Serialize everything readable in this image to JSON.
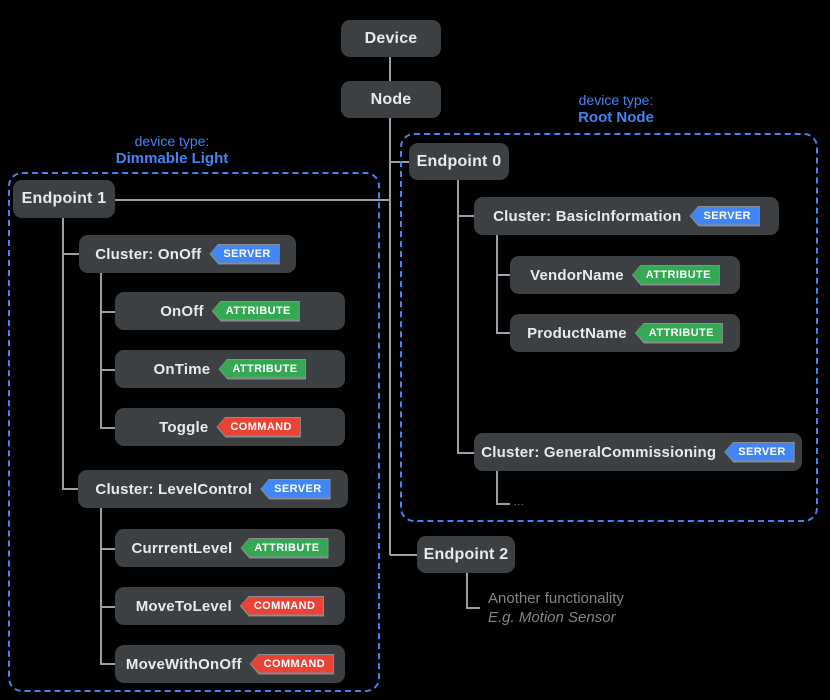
{
  "colors": {
    "background": "#000000",
    "box_fill": "#3c4043",
    "box_text": "#e8eaed",
    "connector": "#9aa0a6",
    "accent_blue": "#4285f4",
    "badge_server": "#4285f4",
    "badge_attribute": "#34a853",
    "badge_command": "#ea4335",
    "annotation_text": "#80868b"
  },
  "root": {
    "device": "Device",
    "node": "Node"
  },
  "left_group": {
    "type_prefix": "device type:",
    "type_name": "Dimmable Light",
    "endpoint": "Endpoint 1",
    "clusters": [
      {
        "label": "Cluster: OnOff",
        "badge": "SERVER",
        "items": [
          {
            "label": "OnOff",
            "badge": "ATTRIBUTE"
          },
          {
            "label": "OnTime",
            "badge": "ATTRIBUTE"
          },
          {
            "label": "Toggle",
            "badge": "COMMAND"
          }
        ]
      },
      {
        "label": "Cluster: LevelControl",
        "badge": "SERVER",
        "items": [
          {
            "label": "CurrrentLevel",
            "badge": "ATTRIBUTE"
          },
          {
            "label": "MoveToLevel",
            "badge": "COMMAND"
          },
          {
            "label": "MoveWithOnOff",
            "badge": "COMMAND"
          }
        ]
      }
    ]
  },
  "right_group": {
    "type_prefix": "device type:",
    "type_name": "Root Node",
    "endpoint": "Endpoint 0",
    "clusters": [
      {
        "label": "Cluster: BasicInformation",
        "badge": "SERVER",
        "items": [
          {
            "label": "VendorName",
            "badge": "ATTRIBUTE"
          },
          {
            "label": "ProductName",
            "badge": "ATTRIBUTE"
          }
        ]
      },
      {
        "label": "Cluster: GeneralCommissioning",
        "badge": "SERVER"
      }
    ],
    "ellipsis": "..."
  },
  "endpoint2": {
    "label": "Endpoint 2",
    "annotation_line1": "Another functionality",
    "annotation_line2": "E.g. Motion Sensor"
  }
}
